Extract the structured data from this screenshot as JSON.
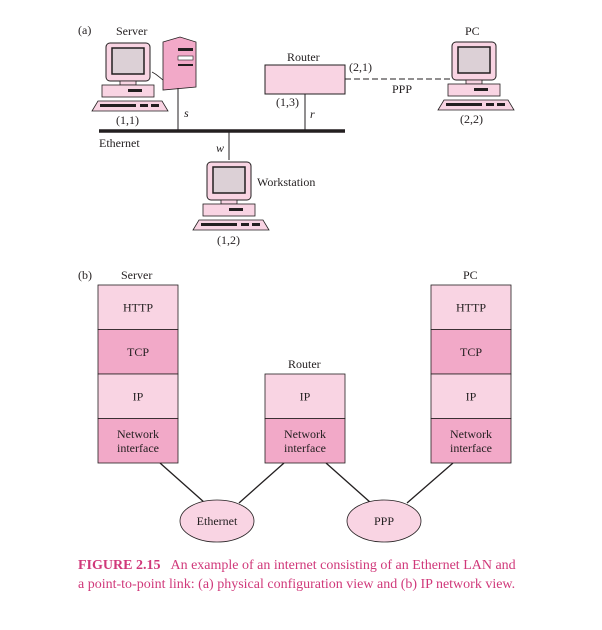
{
  "panel_a": {
    "label": "(a)",
    "server": {
      "name": "Server",
      "address": "(1,1)",
      "link_label": "s"
    },
    "router": {
      "name": "Router",
      "lan_address": "(1,3)",
      "ppp_address": "(2,1)",
      "link_label": "r"
    },
    "pc": {
      "name": "PC",
      "address": "(2,2)"
    },
    "workstation": {
      "name": "Workstation",
      "address": "(1,2)",
      "link_label": "w"
    },
    "ethernet_label": "Ethernet",
    "ppp_label": "PPP"
  },
  "panel_b": {
    "label": "(b)",
    "server": {
      "name": "Server",
      "layers": [
        "HTTP",
        "TCP",
        "IP",
        "Network|interface"
      ]
    },
    "router": {
      "name": "Router",
      "layers": [
        "IP",
        "Network|interface"
      ]
    },
    "pc": {
      "name": "PC",
      "layers": [
        "HTTP",
        "TCP",
        "IP",
        "Network|interface"
      ]
    },
    "networks": [
      "Ethernet",
      "PPP"
    ]
  },
  "caption": {
    "figure_label": "FIGURE 2.15",
    "text": "An example of an internet consisting of an Ethernet LAN and a point-to-point link: (a) physical configuration view and (b) IP network view."
  },
  "colors": {
    "pink_light": "#f9d4e3",
    "pink_dark": "#f2a9c8",
    "stroke": "#231f20",
    "caption": "#d0387a"
  }
}
